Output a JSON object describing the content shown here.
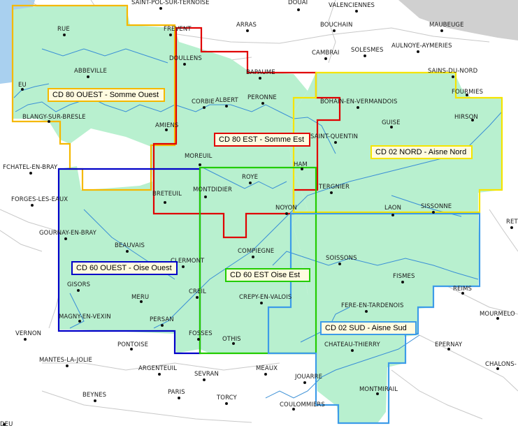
{
  "colors": {
    "sea": "#a9d0ef",
    "land": "#ffffff",
    "coverage_fill": "#b8f0cf",
    "river": "#3a8fd6",
    "boundary": "#c8c8c8",
    "label_bg": "#fffbe0"
  },
  "zones": [
    {
      "label": "CD 80 OUEST - Somme Ouest",
      "color": "#f5b800"
    },
    {
      "label": "CD 80 EST - Somme Est",
      "color": "#e00000"
    },
    {
      "label": "CD 02 NORD - Aisne Nord",
      "color": "#f5e400"
    },
    {
      "label": "CD 60 OUEST - Oise Ouest",
      "color": "#0000c8"
    },
    {
      "label": "CD 60 EST   Oise Est",
      "color": "#22cc00"
    },
    {
      "label": "CD 02 SUD - Aisne Sud",
      "color": "#3c9be8"
    }
  ],
  "towns": [
    "SAINT-POL-SUR-TERNOISE",
    "DOUAI",
    "VALENCIENNES",
    "RUE",
    "FREVENT",
    "ARRAS",
    "BOUCHAIN",
    "MAUBEUGE",
    "DOULLENS",
    "CAMBRAI",
    "SOLESMES",
    "AULNOYE-AYMERIES",
    "SAINS-DU-NORD",
    "ABBEVILLE",
    "BAPAUME",
    "FOURMIES",
    "EU",
    "ALBERT",
    "PERONNE",
    "BOHAIN-EN-VERMANDOIS",
    "HIRSON",
    "BLANGY-SUR-BRESLE",
    "CORBIE",
    "GUISE",
    "AMIENS",
    "SAINT-QUENTIN",
    "MOREUIL",
    "HAM",
    "FCHATEL-EN-BRAY",
    "ROYE",
    "TERGNIER",
    "BRETEUIL",
    "MONTDIDIER",
    "FORGES-LES-EAUX",
    "NOYON",
    "LAON",
    "SISSONNE",
    "RET",
    "GOURNAY-EN-BRAY",
    "COMPIEGNE",
    "BEAUVAIS",
    "CLERMONT",
    "SOISSONS",
    "FISMES",
    "REIMS",
    "GISORS",
    "CREIL",
    "MERU",
    "CREPY-EN-VALOIS",
    "FERE-EN-TARDENOIS",
    "MOURMELO",
    "MAGNY-EN-VEXIN",
    "PERSAN",
    "VERNON",
    "FOSSES",
    "OTHIS",
    "CHATEAU-THIERRY",
    "EPERNAY",
    "PONTOISE",
    "MANTES-LA-JOLIE",
    "CHALONS-",
    "ARGENTEUIL",
    "SEVRAN",
    "MEAUX",
    "JOUARRE",
    "MONTMIRAIL",
    "BEYNES",
    "PARIS",
    "TORCY",
    "COULOMMIERS",
    "DEU"
  ]
}
